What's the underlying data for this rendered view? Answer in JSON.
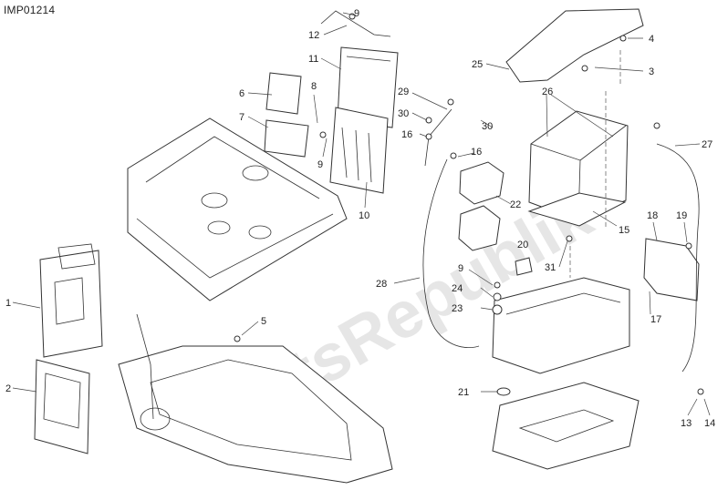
{
  "drawing_code": "IMP01214",
  "watermark": "PartsRepublik",
  "callouts": [
    "1",
    "2",
    "3",
    "4",
    "5",
    "6",
    "7",
    "8",
    "9",
    "9",
    "9",
    "10",
    "11",
    "12",
    "13",
    "14",
    "15",
    "16",
    "16",
    "17",
    "18",
    "19",
    "20",
    "21",
    "22",
    "23",
    "24",
    "25",
    "26",
    "27",
    "28",
    "29",
    "30",
    "30",
    "31"
  ]
}
